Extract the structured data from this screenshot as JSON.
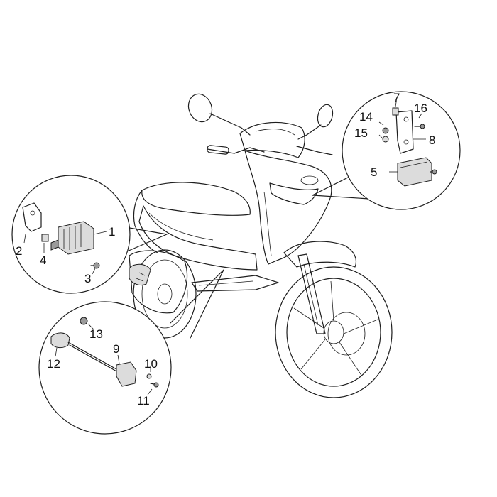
{
  "diagram": {
    "part_numbers": [
      "1",
      "2",
      "3",
      "4",
      "5",
      "7",
      "8",
      "9",
      "10",
      "11",
      "12",
      "13",
      "14",
      "15",
      "16"
    ]
  },
  "callouts": {
    "n1": "1",
    "n2": "2",
    "n3": "3",
    "n4": "4",
    "n5": "5",
    "n7": "7",
    "n8": "8",
    "n9": "9",
    "n10": "10",
    "n11": "11",
    "n12": "12",
    "n13": "13",
    "n14": "14",
    "n15": "15",
    "n16": "16"
  }
}
